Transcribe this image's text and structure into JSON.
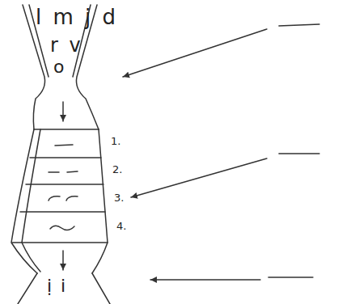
{
  "diagram": {
    "labels": [
      "l m j d",
      "r v",
      "o",
      "1.",
      "2.",
      "3.",
      "4.",
      "ị i"
    ]
  }
}
